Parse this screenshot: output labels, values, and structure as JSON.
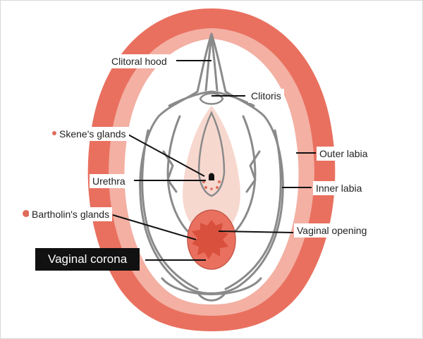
{
  "labels": {
    "clitoral_hood": "Clitoral hood",
    "clitoris": "Clitoris",
    "skenes_glands": "Skene's glands",
    "outer_labia": "Outer labia",
    "urethra": "Urethra",
    "inner_labia": "Inner labia",
    "bartholins_glands": "Bartholin's glands",
    "vaginal_opening": "Vaginal opening",
    "vaginal_corona": "Vaginal corona"
  },
  "colors": {
    "outer_labia": "#e9705f",
    "outer_labia_inner": "#f3b0a3",
    "inner_fill": "#f7d8cf",
    "opening": "#e9705f",
    "corona": "#d9503d",
    "outline": "#8a8a8a",
    "gland_dot": "#e06b5b"
  }
}
